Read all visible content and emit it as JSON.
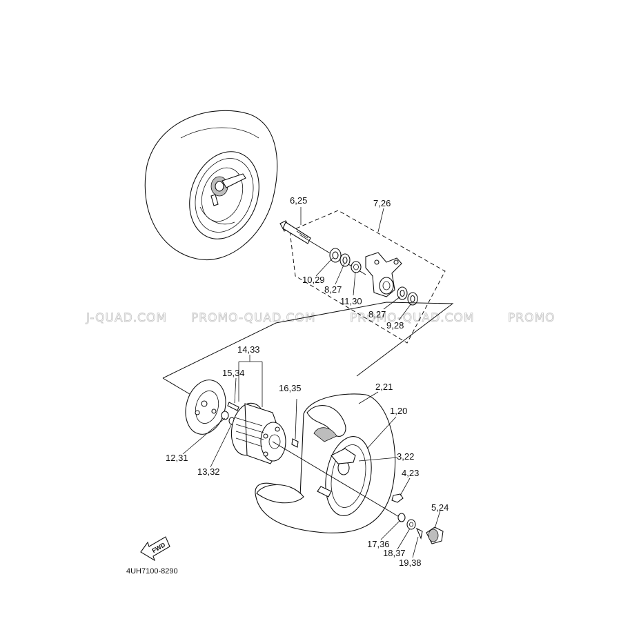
{
  "watermark": {
    "segments": [
      "J-QUAD.COM",
      "PROMO-QUAD.COM",
      "PROMO-QUAD.COM",
      "PROMO"
    ]
  },
  "callouts": [
    "6,25",
    "7,26",
    "10,29",
    "8,27",
    "11,30",
    "8,27",
    "9,28",
    "14,33",
    "15,34",
    "16,35",
    "2,21",
    "1,20",
    "3,22",
    "4,23",
    "5,24",
    "12,31",
    "13,32",
    "17,36",
    "18,37",
    "19,38"
  ],
  "fwd_label": "FWD",
  "diagram_number": "4UH7100-8290"
}
